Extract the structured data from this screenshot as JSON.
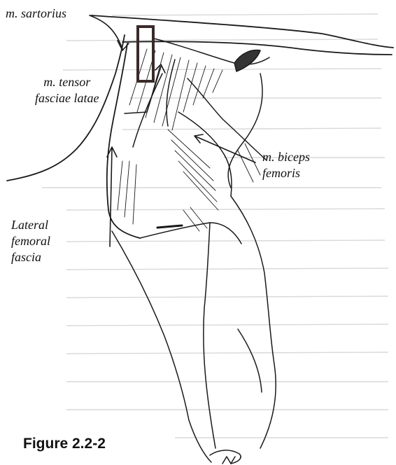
{
  "figure": {
    "caption": "Figure 2.2-2",
    "labels": {
      "sartorius": "m. sartorius",
      "tensor": "m. tensor\nfasciae latae",
      "biceps": "m. biceps\nfemoris",
      "lateral": "Lateral\nfemoral\nfascia"
    }
  },
  "colors": {
    "ink": "#1a1a1a",
    "bleed_through_text": "#d9d9d9",
    "highlight_box": "#3a2a2a"
  }
}
